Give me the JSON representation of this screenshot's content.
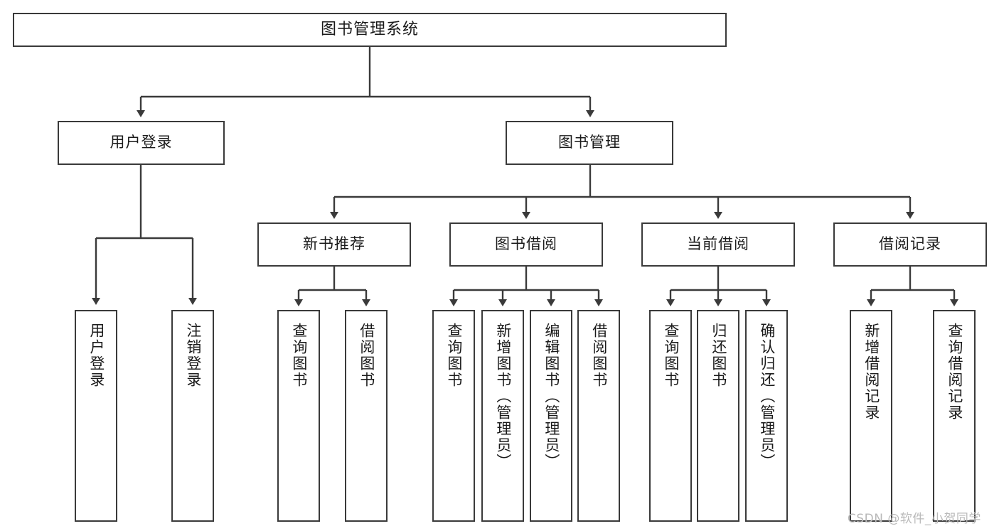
{
  "diagram": {
    "title": "图书管理系统",
    "type": "tree-hierarchy-chart",
    "root": {
      "label": "图书管理系统"
    },
    "level2": [
      {
        "label": "用户登录"
      },
      {
        "label": "图书管理"
      }
    ],
    "level3": [
      {
        "label": "新书推荐"
      },
      {
        "label": "图书借阅"
      },
      {
        "label": "当前借阅"
      },
      {
        "label": "借阅记录"
      }
    ],
    "leaves_user_login": [
      {
        "label": "用户登录"
      },
      {
        "label": "注销登录"
      }
    ],
    "leaves_new_book": [
      {
        "label": "查询图书"
      },
      {
        "label": "借阅图书"
      }
    ],
    "leaves_borrow": [
      {
        "label": "查询图书"
      },
      {
        "label": "新增图书（管理员）"
      },
      {
        "label": "编辑图书（管理员）"
      },
      {
        "label": "借阅图书"
      }
    ],
    "leaves_current": [
      {
        "label": "查询图书"
      },
      {
        "label": "归还图书"
      },
      {
        "label": "确认归还（管理员）"
      }
    ],
    "leaves_record": [
      {
        "label": "新增借阅记录"
      },
      {
        "label": "查询借阅记录"
      }
    ],
    "watermark": "CSDN @软件_小贺同学",
    "colors": {
      "border": "#3a3a3a",
      "background": "#ffffff",
      "text": "#1a1a1a",
      "watermark": "#b9b9b9"
    }
  }
}
